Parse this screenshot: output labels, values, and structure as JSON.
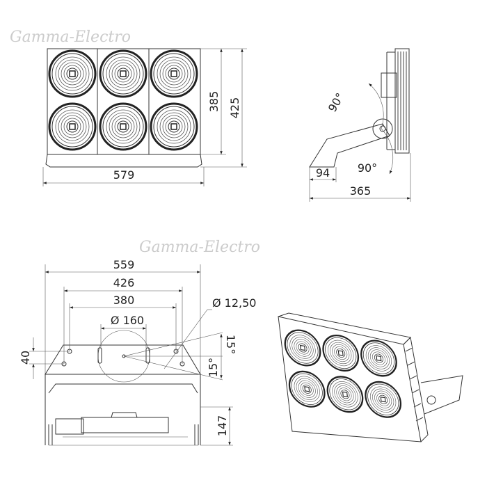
{
  "watermark": "Gamma-Electro",
  "front_view": {
    "width": "579",
    "height_body": "385",
    "height_total": "425"
  },
  "side_view": {
    "angle_up": "90°",
    "angle_down": "90°",
    "bracket_depth": "94",
    "total_depth": "365"
  },
  "mount_view": {
    "width_total": "559",
    "hole_spacing_outer": "426",
    "hole_spacing_inner": "380",
    "center_diameter": "Ø 160",
    "hole_diameter": "Ø 12,50",
    "tilt_up": "15°",
    "tilt_down": "15°",
    "hole_offset": "40",
    "depth": "147"
  }
}
